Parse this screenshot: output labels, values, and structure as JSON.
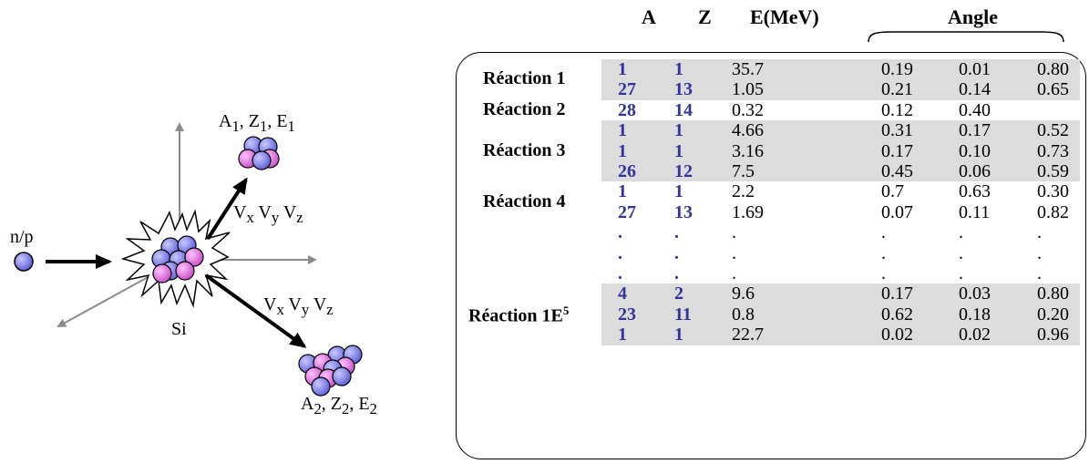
{
  "diagram": {
    "incoming_label": "n/p",
    "target_label": "Si",
    "frag1_label_html": "A<sub>1</sub>, Z<sub>1</sub>, E<sub>1</sub>",
    "frag2_label_html": "A<sub>2</sub>, Z<sub>2</sub>, E<sub>2</sub>",
    "velocity_label_html": "V<sub>x</sub> V<sub>y</sub> V<sub>z</sub>",
    "colors": {
      "blue_nucleon": "#7b7be8",
      "pink_nucleon": "#e07be0"
    }
  },
  "table": {
    "headers": {
      "a": "A",
      "z": "Z",
      "e": "E(MeV)",
      "angle": "Angle"
    },
    "colors": {
      "band": "#dcdcdc",
      "az_text": "#333399"
    },
    "reactions": [
      {
        "label": "Réaction 1",
        "shaded": true,
        "rows": [
          [
            "1",
            "1",
            "35.7",
            "0.19",
            "0.01",
            "0.80"
          ],
          [
            "27",
            "13",
            "1.05",
            "0.21",
            "0.14",
            "0.65"
          ]
        ]
      },
      {
        "label": "Réaction 2",
        "shaded": false,
        "rows": [
          [
            "28",
            "14",
            "0.32",
            "0.12",
            "0.40",
            ""
          ]
        ]
      },
      {
        "label": "Réaction 3",
        "shaded": true,
        "rows": [
          [
            "1",
            "1",
            "4.66",
            "0.31",
            "0.17",
            "0.52"
          ],
          [
            "1",
            "1",
            "3.16",
            "0.17",
            "0.10",
            "0.73"
          ],
          [
            "26",
            "12",
            "7.5",
            "0.45",
            "0.06",
            "0.59"
          ]
        ]
      },
      {
        "label": "Réaction 4",
        "shaded": false,
        "rows": [
          [
            "1",
            "1",
            "2.2",
            "0.7",
            "0.63",
            "0.30"
          ],
          [
            "27",
            "13",
            "1.69",
            "0.07",
            "0.11",
            "0.82"
          ],
          [
            ".",
            ".",
            ".",
            ".",
            ".",
            "."
          ],
          [
            ".",
            ".",
            ".",
            ".",
            ".",
            "."
          ],
          [
            ".",
            ".",
            ".",
            ".",
            ".",
            "."
          ]
        ]
      },
      {
        "label": "Réaction 1E",
        "label_sup": "5",
        "shaded": true,
        "rows": [
          [
            "4",
            "2",
            "9.6",
            "0.17",
            "0.03",
            "0.80"
          ],
          [
            "23",
            "11",
            "0.8",
            "0.62",
            "0.18",
            "0.20"
          ],
          [
            "1",
            "1",
            "22.7",
            "0.02",
            "0.02",
            "0.96"
          ]
        ]
      }
    ]
  }
}
